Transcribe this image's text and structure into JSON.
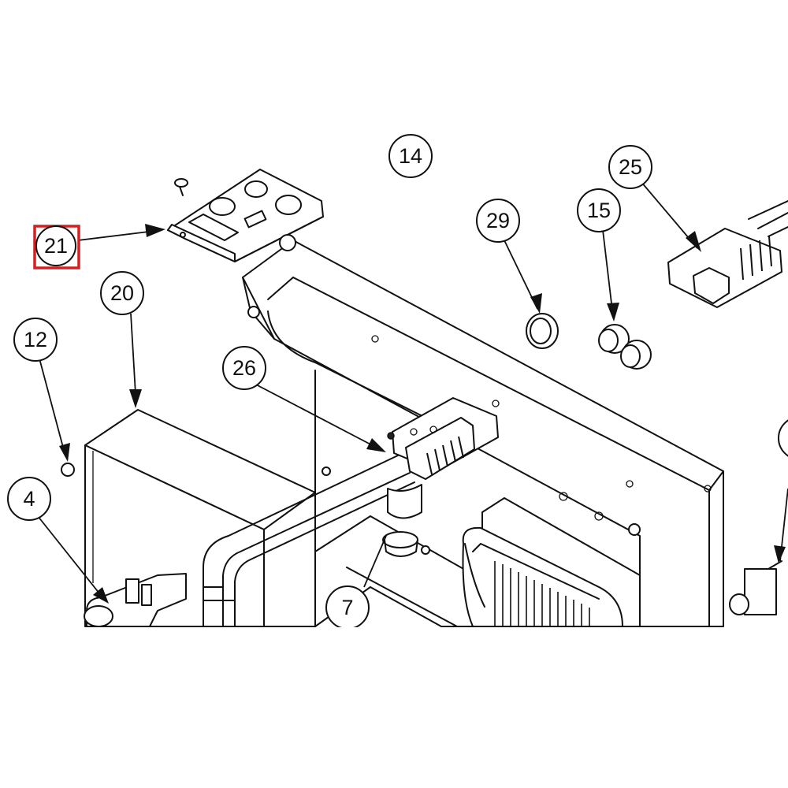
{
  "diagram": {
    "highlight_color": "#d42020",
    "callouts": [
      {
        "id": "14",
        "label": "14"
      },
      {
        "id": "21",
        "label": "21",
        "highlighted": true
      },
      {
        "id": "20",
        "label": "20"
      },
      {
        "id": "12",
        "label": "12"
      },
      {
        "id": "4",
        "label": "4"
      },
      {
        "id": "26",
        "label": "26"
      },
      {
        "id": "7",
        "label": "7"
      },
      {
        "id": "29",
        "label": "29"
      },
      {
        "id": "15",
        "label": "15"
      },
      {
        "id": "25",
        "label": "25"
      }
    ]
  }
}
